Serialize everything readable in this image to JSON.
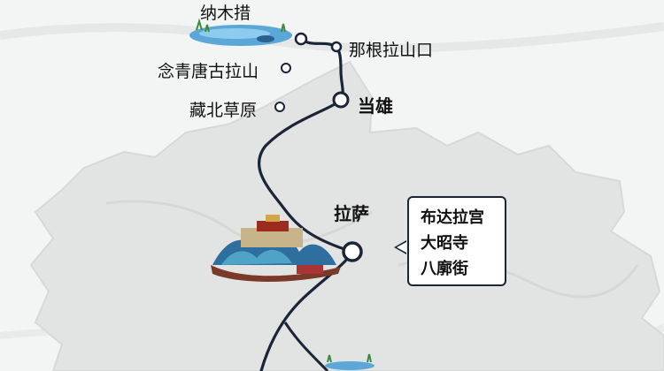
{
  "map": {
    "places": {
      "namtso": "纳木措",
      "nagenla": "那根拉山口",
      "nyenchen": "念青唐古拉山",
      "zangbei": "藏北草原",
      "damxung": "当雄",
      "lhasa": "拉萨"
    },
    "lhasa_attractions": [
      "布达拉宫",
      "大昭寺",
      "八廓街"
    ],
    "colors": {
      "route_line": "#1b2538",
      "region_fill": "#e2e3e3",
      "lake_blue": "#5aa7d8",
      "mountain_teal": "#2f6fa0"
    }
  }
}
